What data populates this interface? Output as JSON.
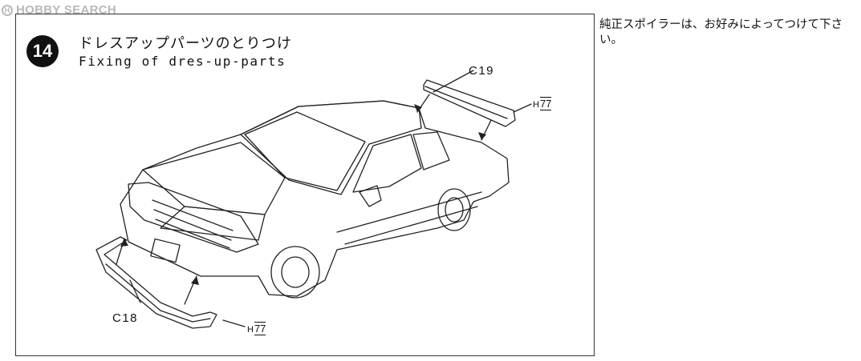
{
  "watermark": {
    "text": "HOBBY SEARCH",
    "logo_letter": "H"
  },
  "step": {
    "number": "14"
  },
  "title": {
    "japanese": "ドレスアップパーツのとりつけ",
    "english": "Fixing of dres-up-parts"
  },
  "parts": {
    "rear_spoiler": {
      "label": "C19",
      "paint_prefix": "H",
      "paint_number": "77"
    },
    "front_spoiler": {
      "label": "C18",
      "paint_prefix": "H",
      "paint_number": "77"
    }
  },
  "note": {
    "text": "純正スポイラーは、お好みによってつけて下さい。"
  }
}
